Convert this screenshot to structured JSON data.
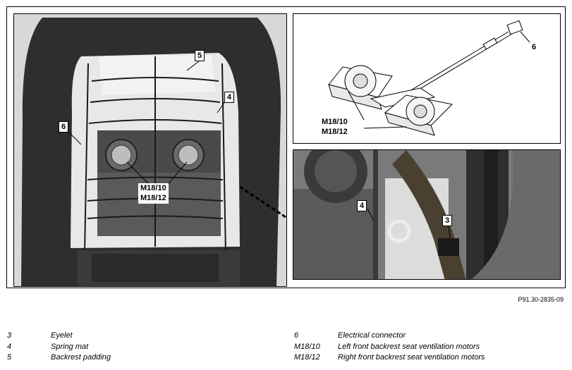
{
  "figure_id": "P91.30-2835-09",
  "callouts": {
    "main": {
      "c5": "5",
      "c4": "4",
      "c6": "6",
      "m1810": "M18/10",
      "m1812": "M18/12"
    },
    "diagram": {
      "c6": "6",
      "m1810": "M18/10",
      "m1812": "M18/12"
    },
    "closeup": {
      "c4": "4",
      "c3": "3"
    }
  },
  "legend": {
    "left": [
      {
        "code": "3",
        "text": "Eyelet"
      },
      {
        "code": "4",
        "text": "Spring mat"
      },
      {
        "code": "5",
        "text": "Backrest padding"
      }
    ],
    "right": [
      {
        "code": "6",
        "text": "Electrical connector"
      },
      {
        "code": "M18/10",
        "text": "Left front backrest seat ventilation motors"
      },
      {
        "code": "M18/12",
        "text": "Right front backrest seat ventilation motors"
      }
    ]
  }
}
